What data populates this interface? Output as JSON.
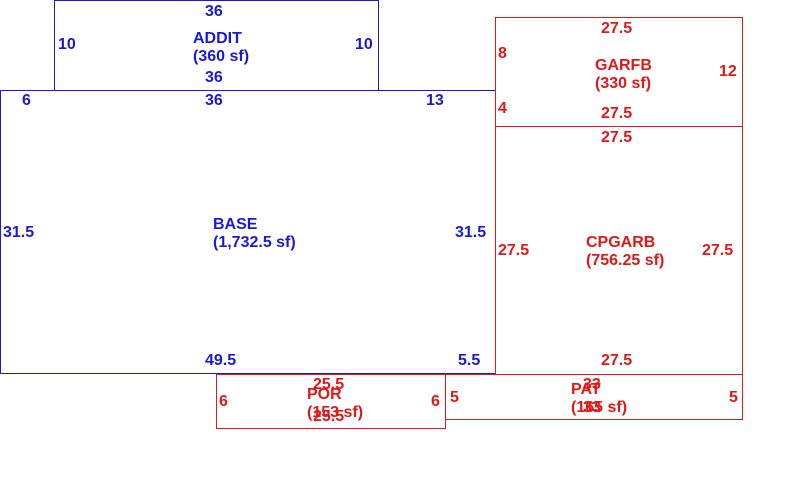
{
  "colors": {
    "living_area": "#1a1ad6",
    "non_living_area": "#e01818",
    "background": "#ffffff"
  },
  "rooms": {
    "addit": {
      "name": "ADDIT",
      "area": "(360 sf)",
      "dims": {
        "top": "36",
        "bottom": "36",
        "left": "10",
        "right": "10"
      }
    },
    "base": {
      "name": "BASE",
      "area": "(1,732.5 sf)",
      "dims": {
        "top_left": "6",
        "top": "36",
        "top_right": "13",
        "left": "31.5",
        "right": "31.5",
        "bottom": "49.5",
        "bottom_right": "5.5"
      }
    },
    "garfb": {
      "name": "GARFB",
      "area": "(330 sf)",
      "dims": {
        "top": "27.5",
        "left_top": "8",
        "left_bottom": "4",
        "right": "12",
        "bottom": "27.5"
      }
    },
    "cpgarb": {
      "name": "CPGARB",
      "area": "(756.25 sf)",
      "dims": {
        "top": "27.5",
        "left": "27.5",
        "right": "27.5",
        "bottom": "27.5"
      }
    },
    "por": {
      "name": "POR",
      "area": "(153 sf)",
      "dims": {
        "top": "25.5",
        "bottom": "25.5",
        "left": "6",
        "right": "6"
      }
    },
    "pat": {
      "name": "PAT",
      "area": "(165 sf)",
      "dims": {
        "top": "33",
        "bottom": "33",
        "left": "5",
        "right": "5"
      }
    }
  }
}
